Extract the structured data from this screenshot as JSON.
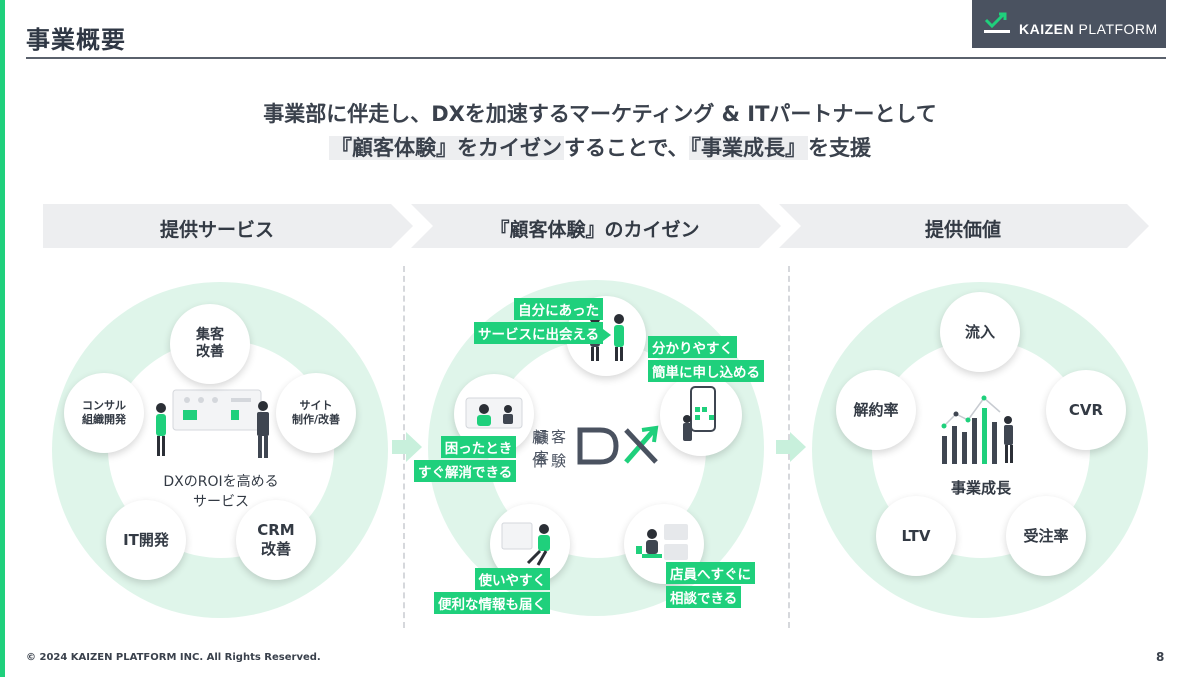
{
  "header": {
    "title": "事業概要",
    "logo_text_bold": "KAIZEN",
    "logo_text_light": "PLATFORM"
  },
  "lead": {
    "line1": "事業部に伴走し、DXを加速するマーケティング & ITパートナーとして",
    "line2_hl1": "『顧客体験』をカイゼン",
    "line2_mid": "することで、",
    "line2_hl2": "『事業成長』",
    "line2_end": "を支援"
  },
  "steps": [
    "提供サービス",
    "『顧客体験』のカイゼン",
    "提供価値"
  ],
  "services": {
    "center_line1": "DXのROIを高める",
    "center_line2": "サービス",
    "nodes": [
      {
        "l1": "集客",
        "l2": "改善"
      },
      {
        "l1": "サイト",
        "l2": "制作/改善"
      },
      {
        "l1": "CRM",
        "l2": "改善"
      },
      {
        "l1": "IT開発",
        "l2": ""
      },
      {
        "l1": "コンサル",
        "l2": "組織開発"
      }
    ]
  },
  "cx": {
    "center_small": [
      "顧客",
      "体験"
    ],
    "center_big": "DX",
    "tags": [
      [
        "自分にあった",
        "サービスに出会える"
      ],
      [
        "分かりやすく",
        "簡単に申し込める"
      ],
      [
        "困ったとき",
        "すぐ解消できる"
      ],
      [
        "使いやすく",
        "便利な情報も届く"
      ],
      [
        "店員へすぐに",
        "相談できる"
      ]
    ]
  },
  "value": {
    "center": "事業成長",
    "nodes": [
      "流入",
      "CVR",
      "受注率",
      "LTV",
      "解約率"
    ]
  },
  "footer": {
    "copyright": "© 2024 KAIZEN PLATFORM INC. All Rights Reserved.",
    "page": "8"
  },
  "colors": {
    "accent": "#1fd07c",
    "circle_fill": "#dff5ea",
    "dark": "#4a5260"
  }
}
